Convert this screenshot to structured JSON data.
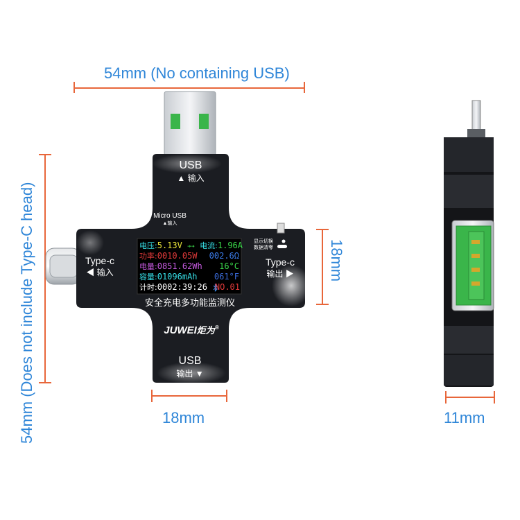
{
  "dimensions": {
    "top": "54mm (No containing USB)",
    "left": "54mm (Does not include Type-C head)",
    "right_height": "18mm",
    "bottom_width": "18mm",
    "side_width": "11mm"
  },
  "ports": {
    "usb_in_title": "USB",
    "usb_in_sub": "▲ 输入",
    "micro_usb_title": "Micro USB",
    "micro_usb_sub": "▲输入",
    "typec_in_title": "Type-c",
    "typec_in_sub": "◀ 输入",
    "typec_out_title": "Type-c",
    "typec_out_sub": "输出 ▶",
    "usb_out_title": "USB",
    "usb_out_sub": "输出 ▼"
  },
  "buttons": {
    "display_switch": "显示切换",
    "data_clear": "数据清零"
  },
  "screen": {
    "voltage_label": "电压:",
    "voltage_value": "5.13V",
    "arrows": "➔➔",
    "current_label": "电流:",
    "current_value": "1.96A",
    "power_label": "功率:",
    "power_value": "0010.05W",
    "resistance_value": "002.6Ω",
    "energy_label": "电量:",
    "energy_value": "0851.62Wh",
    "temp_c": "16°C",
    "capacity_label": "容量:",
    "capacity_value": "01096mAh",
    "temp_f": "061°F",
    "timer_label": "计时:",
    "timer_value": "0002:39:26",
    "bluetooth_icon": "bluetooth-icon",
    "record_no": "NO.01",
    "product_name": "安全充电多功能监测仪"
  },
  "brand": {
    "name": "JUWEI",
    "name_cn": "炬为",
    "reg": "®"
  },
  "colors": {
    "dimension_text": "#2f86d8",
    "dimension_line": "#e8663a",
    "device_body": "#1b1d22",
    "usb_green": "#3ab54a"
  }
}
